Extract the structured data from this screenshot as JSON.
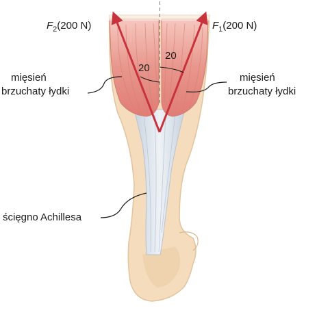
{
  "force_left": {
    "symbol": "F",
    "subscript": "2",
    "magnitude": "(200 N)"
  },
  "force_right": {
    "symbol": "F",
    "subscript": "1",
    "magnitude": "(200 N)"
  },
  "angle_left": "20",
  "angle_right": "20",
  "muscle_left": {
    "line1": "mięsień",
    "line2": "brzuchaty łydki"
  },
  "muscle_right": {
    "line1": "mięsień",
    "line2": "brzuchaty łydki"
  },
  "tendon_label": "ścięgno Achillesa",
  "colors": {
    "arrow": "#c8323c",
    "skin": "#f4dcbc",
    "skin_outline": "#e2c39c",
    "muscle": "#e9938a",
    "tendon": "#dde3ec",
    "axis": "#777777",
    "text": "#1a1a1a"
  }
}
